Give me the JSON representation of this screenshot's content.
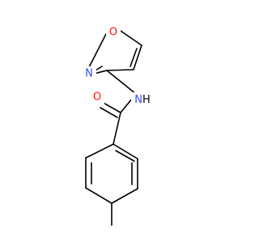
{
  "molecule": {
    "atoms": {
      "o_ring": {
        "label": "O",
        "color": "#ff0d0d"
      },
      "n_ring": {
        "label": "N",
        "color": "#3050f8"
      },
      "nh": {
        "label": "NH",
        "n_color": "#3050f8",
        "h_color": "#000000"
      },
      "o_carbonyl": {
        "label": "O",
        "color": "#ff0d0d"
      }
    },
    "bond_color": "#000000"
  }
}
